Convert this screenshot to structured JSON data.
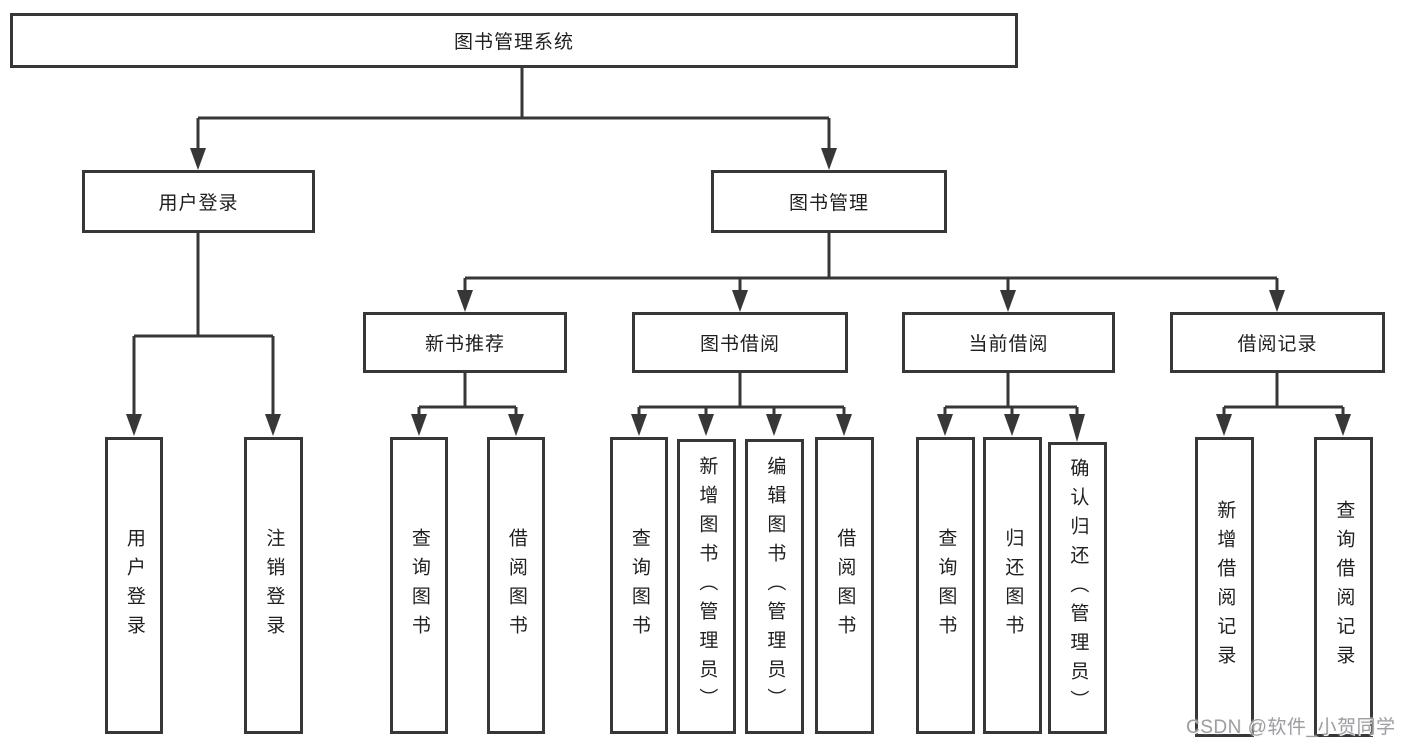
{
  "diagram": {
    "root": {
      "label": "图书管理系统"
    },
    "branches": [
      {
        "label": "用户登录",
        "children": [
          {
            "label": "用户登录"
          },
          {
            "label": "注销登录"
          }
        ]
      },
      {
        "label": "图书管理",
        "children": [
          {
            "label": "新书推荐",
            "children": [
              {
                "label": "查询图书"
              },
              {
                "label": "借阅图书"
              }
            ]
          },
          {
            "label": "图书借阅",
            "children": [
              {
                "label": "查询图书"
              },
              {
                "label": "新增图书（管理员）"
              },
              {
                "label": "编辑图书（管理员）"
              },
              {
                "label": "借阅图书"
              }
            ]
          },
          {
            "label": "当前借阅",
            "children": [
              {
                "label": "查询图书"
              },
              {
                "label": "归还图书"
              },
              {
                "label": "确认归还（管理员）"
              }
            ]
          },
          {
            "label": "借阅记录",
            "children": [
              {
                "label": "新增借阅记录"
              },
              {
                "label": "查询借阅记录"
              }
            ]
          }
        ]
      }
    ]
  },
  "watermark": {
    "text": "CSDN @软件_小贺同学"
  },
  "colors": {
    "line": "#373737",
    "box_background": "#ffffff",
    "text": "#1f1f1f",
    "watermark": "#9e9ea2"
  }
}
